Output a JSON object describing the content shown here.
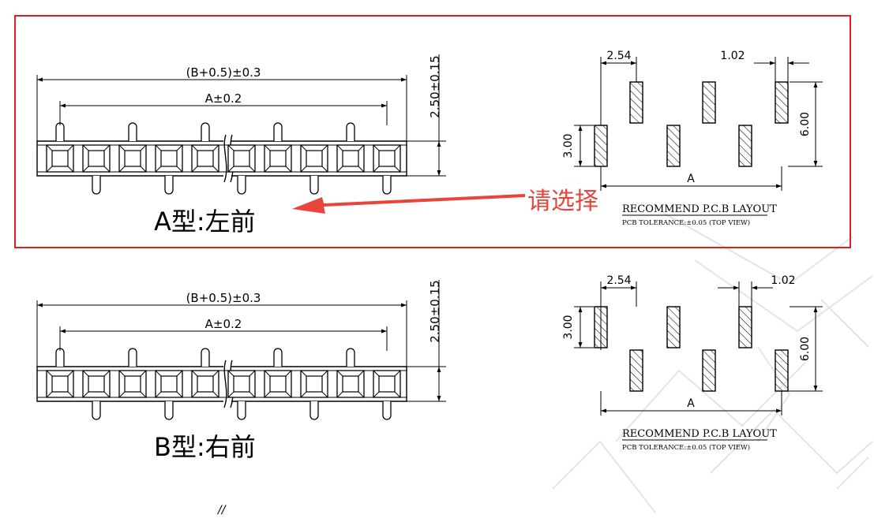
{
  "top_variant": {
    "dim_overall": "(B+0.5)±0.3",
    "dim_pitch_span": "A±0.2",
    "dim_height": "2.50±0.15",
    "type_label": "A型:左前",
    "pcb": {
      "pitch": "2.54",
      "pad_width": "1.02",
      "row_offset": "3.00",
      "pad_span": "6.00",
      "span_label": "A",
      "title": "RECOMMEND P.C.B LAYOUT",
      "tolerance": "PCB TOLERANCE:±0.05 (TOP VIEW)"
    }
  },
  "bottom_variant": {
    "dim_overall": "(B+0.5)±0.3",
    "dim_pitch_span": "A±0.2",
    "dim_height": "2.50±0.15",
    "type_label": "B型:右前",
    "pcb": {
      "pitch": "2.54",
      "pad_width": "1.02",
      "row_offset": "3.00",
      "pad_span": "6.00",
      "span_label": "A",
      "title": "RECOMMEND P.C.B LAYOUT",
      "tolerance": "PCB TOLERANCE:±0.05 (TOP VIEW)"
    }
  },
  "annotation": {
    "text": "请选择",
    "color": "#e8443a",
    "arrow_icon": "arrow-left-icon"
  },
  "selection_box": {
    "color": "#e02020"
  },
  "watermark": {
    "color": "#e4e4e4"
  },
  "stray_mark": "//"
}
